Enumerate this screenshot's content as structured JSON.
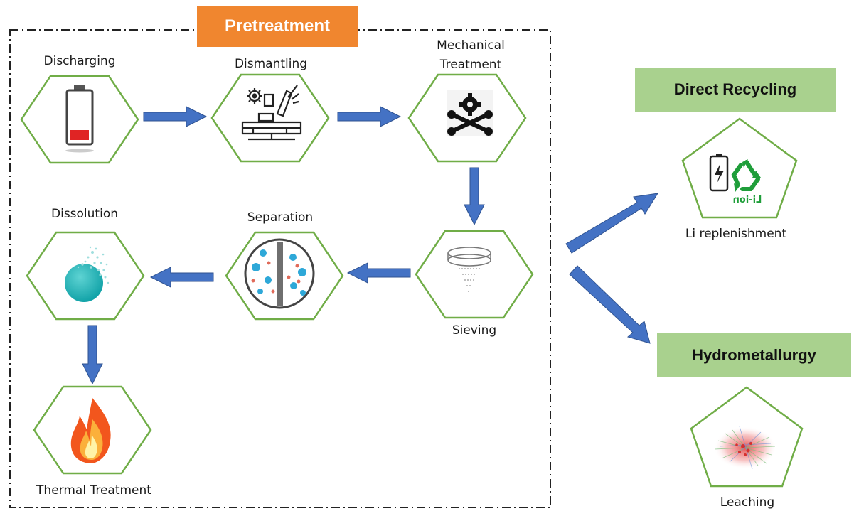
{
  "banners": {
    "pretreatment": "Pretreatment",
    "direct_recycling": "Direct Recycling",
    "hydrometallurgy": "Hydrometallurgy"
  },
  "steps": {
    "discharging": "Discharging",
    "dismantling": "Dismantling",
    "mechanical_1": "Mechanical",
    "mechanical_2": "Treatment",
    "sieving": "Sieving",
    "separation": "Separation",
    "dissolution": "Dissolution",
    "thermal": "Thermal Treatment",
    "li_replenishment": "Li replenishment",
    "leaching": "Leaching"
  },
  "icons": {
    "discharging": "low-battery-icon",
    "dismantling": "dismantling-machine-icon",
    "mechanical": "gear-wrench-icon",
    "sieving": "sieve-icon",
    "separation": "membrane-separation-icon",
    "dissolution": "dissolving-droplet-icon",
    "thermal": "fire-icon",
    "direct": "battery-recycle-icon",
    "leaching": "leaching-cloud-icon"
  },
  "icon_text": {
    "li_ion_mirrored": "Li-ion"
  },
  "colors": {
    "hex_border": "#70ad47",
    "arrow": "#4472c4",
    "banner_orange": "#f0862f",
    "banner_green": "#a9d18e"
  }
}
